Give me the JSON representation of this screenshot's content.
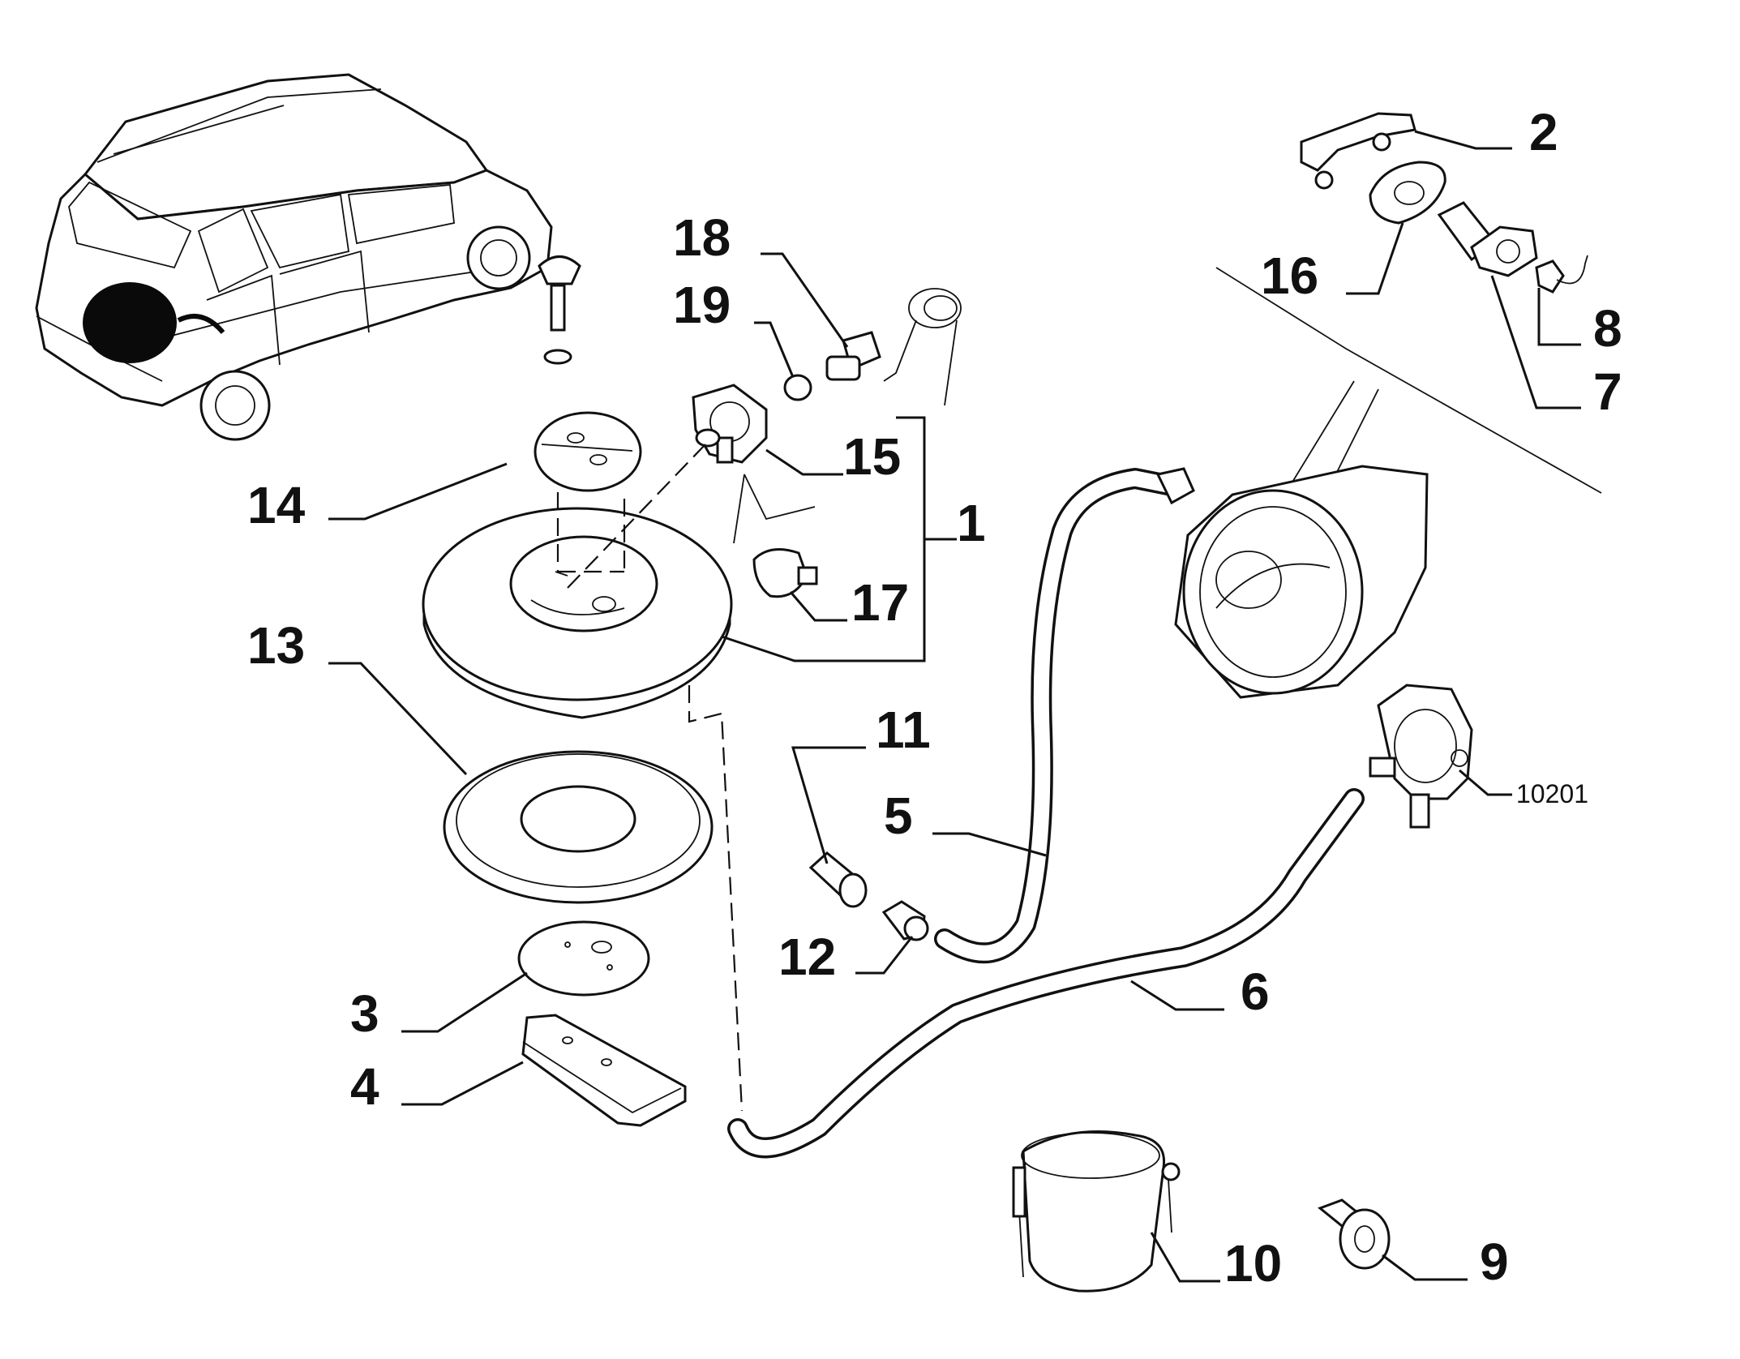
{
  "diagram": {
    "callouts": [
      {
        "id": "c1",
        "text": "1"
      },
      {
        "id": "c2",
        "text": "2"
      },
      {
        "id": "c3",
        "text": "3"
      },
      {
        "id": "c4",
        "text": "4"
      },
      {
        "id": "c5",
        "text": "5"
      },
      {
        "id": "c6",
        "text": "6"
      },
      {
        "id": "c7",
        "text": "7"
      },
      {
        "id": "c8",
        "text": "8"
      },
      {
        "id": "c9",
        "text": "9"
      },
      {
        "id": "c10",
        "text": "10"
      },
      {
        "id": "c11",
        "text": "11"
      },
      {
        "id": "c12",
        "text": "12"
      },
      {
        "id": "c13",
        "text": "13"
      },
      {
        "id": "c14",
        "text": "14"
      },
      {
        "id": "c15",
        "text": "15"
      },
      {
        "id": "c16",
        "text": "16"
      },
      {
        "id": "c17",
        "text": "17"
      },
      {
        "id": "c18",
        "text": "18"
      },
      {
        "id": "c19",
        "text": "19"
      }
    ],
    "reference_code": "10201"
  }
}
